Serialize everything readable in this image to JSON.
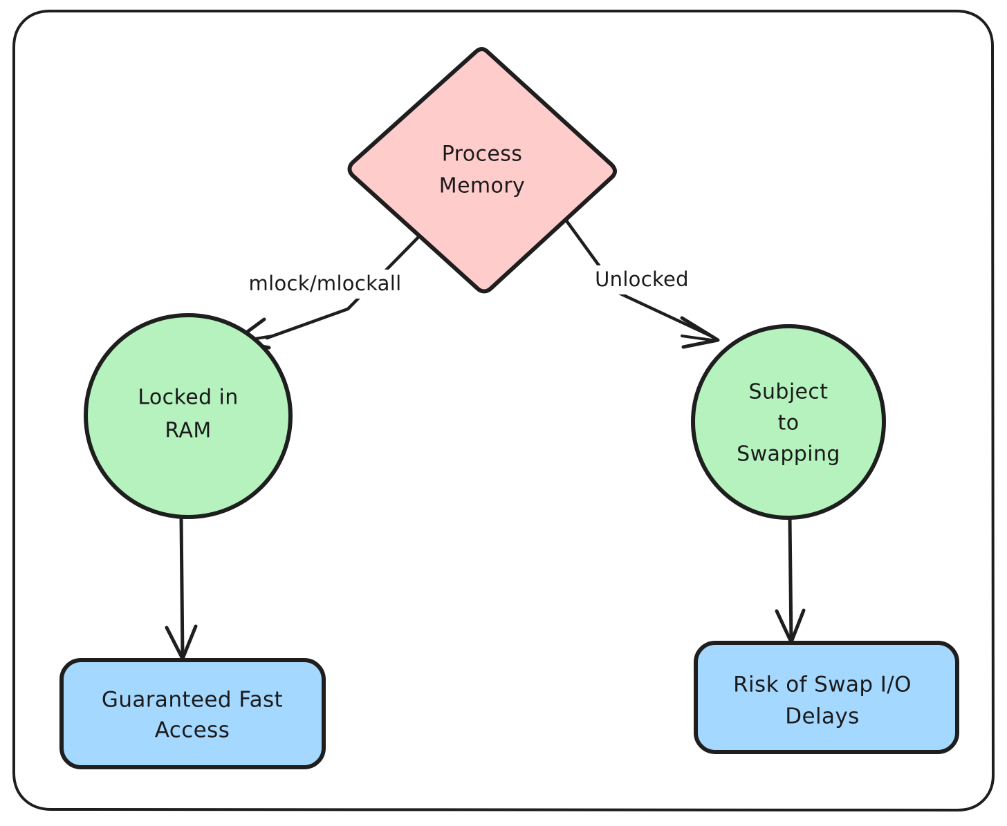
{
  "diagram": {
    "title": "Process Memory locking flowchart",
    "background": "#ffffff",
    "frame": {
      "name": "outer-frame",
      "stroke": "#1e1e1e"
    },
    "colors": {
      "decision_fill": "#ffcccc",
      "state_fill": "#b5f2be",
      "outcome_fill": "#a5d8ff",
      "stroke": "#1e1e1e",
      "text": "#1a1a1a"
    },
    "nodes": [
      {
        "id": "process-memory",
        "shape": "diamond",
        "fill": "#ffcccc",
        "lines": [
          "Process",
          "Memory"
        ]
      },
      {
        "id": "locked-in-ram",
        "shape": "circle",
        "fill": "#b5f2be",
        "lines": [
          "Locked in",
          "RAM"
        ]
      },
      {
        "id": "subject-to-swapping",
        "shape": "circle",
        "fill": "#b5f2be",
        "lines": [
          "Subject",
          "to",
          "Swapping"
        ]
      },
      {
        "id": "guaranteed-fast-access",
        "shape": "rounded-rect",
        "fill": "#a5d8ff",
        "lines": [
          "Guaranteed Fast",
          "Access"
        ]
      },
      {
        "id": "risk-of-swap-io-delays",
        "shape": "rounded-rect",
        "fill": "#a5d8ff",
        "lines": [
          "Risk of Swap I/O",
          "Delays"
        ]
      }
    ],
    "edges": [
      {
        "id": "edge-mlock",
        "from": "process-memory",
        "to": "locked-in-ram",
        "label": "mlock/mlockall",
        "arrow": true
      },
      {
        "id": "edge-unlocked",
        "from": "process-memory",
        "to": "subject-to-swapping",
        "label": "Unlocked",
        "arrow": true
      },
      {
        "id": "edge-locked-to-fast",
        "from": "locked-in-ram",
        "to": "guaranteed-fast-access",
        "label": "",
        "arrow": true
      },
      {
        "id": "edge-swap-to-risk",
        "from": "subject-to-swapping",
        "to": "risk-of-swap-io-delays",
        "label": "",
        "arrow": true
      }
    ]
  }
}
